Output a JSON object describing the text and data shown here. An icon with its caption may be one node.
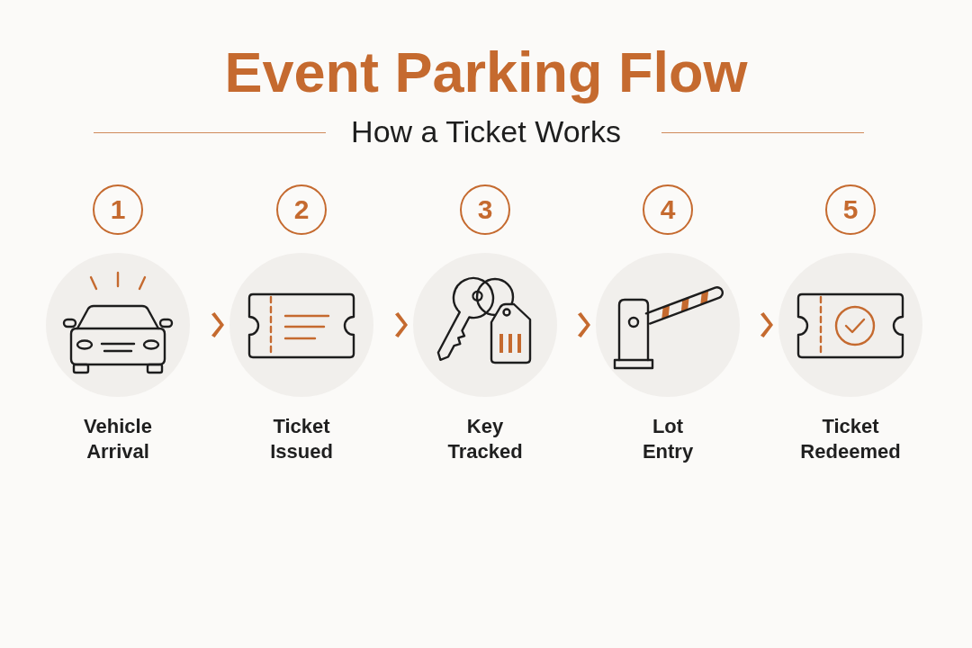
{
  "diagram": {
    "title": "Event Parking Flow",
    "nodes": [
      {
        "text": [
          "1"
        ]
      },
      {
        "text": [
          "Vehicle Arrival"
        ]
      },
      {
        "text": [
          "2"
        ]
      },
      {
        "text": [
          "Ticket Issued"
        ]
      },
      {
        "text": [
          "3"
        ]
      },
      {
        "text": [
          "Key Tracked"
        ]
      },
      {
        "text": [
          "4"
        ]
      },
      {
        "text": [
          "Lot Entry"
        ]
      },
      {
        "text": [
          "5"
        ]
      },
      {
        "text": [
          "Ticket Redeemed"
        ]
      }
    ],
    "edges": [
      {
        "from": 1,
        "to": 3,
        "arrow": "to"
      },
      {
        "from": 3,
        "to": 5,
        "arrow": "to"
      },
      {
        "from": 5,
        "to": 7,
        "arrow": "to"
      },
      {
        "from": 7,
        "to": 9,
        "arrow": "to"
      }
    ],
    "labels": [
      "How a Ticket Works"
    ]
  }
}
